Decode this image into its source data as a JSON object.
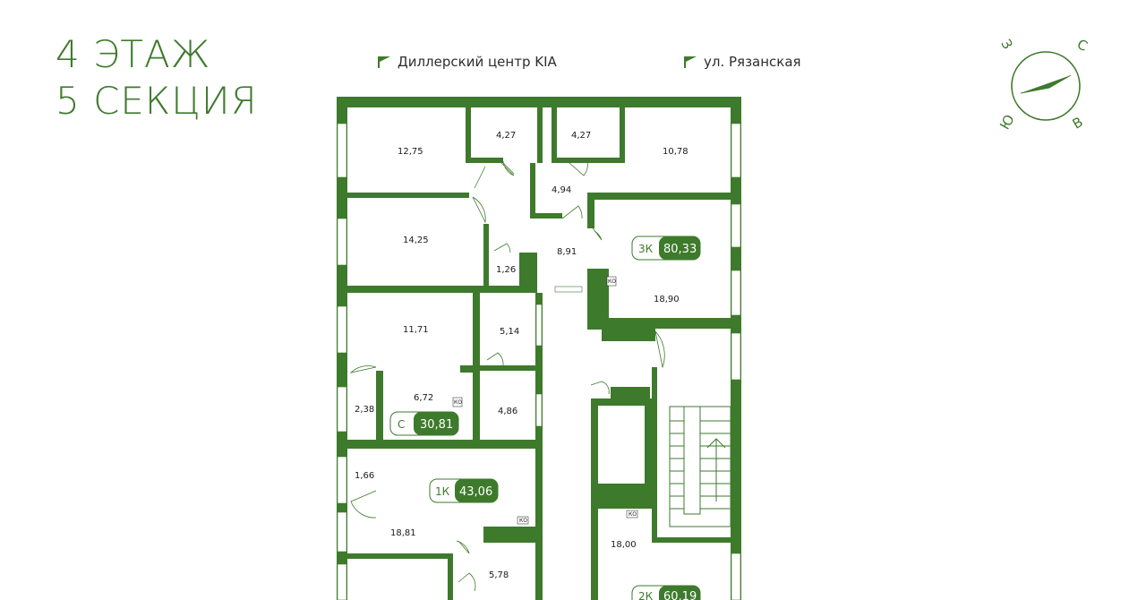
{
  "header": {
    "floor": "4 ЭТАЖ",
    "section": "5 СЕКЦИЯ"
  },
  "directions": [
    {
      "label": "Диллерский центр KIA",
      "icon": "flag-icon"
    },
    {
      "label": "ул. Рязанская",
      "icon": "flag-icon"
    }
  ],
  "compass": {
    "north": "С",
    "south": "Ю",
    "west": "З",
    "east": "В"
  },
  "rooms": {
    "r1": "12,75",
    "r2": "4,27",
    "r3": "4,27",
    "r4": "10,78",
    "r5": "14,25",
    "r6": "4,94",
    "r7": "8,91",
    "r8": "1,26",
    "r9": "18,90",
    "r10": "11,71",
    "r11": "5,14",
    "r12": "6,72",
    "r13": "2,38",
    "r14": "4,86",
    "r15": "1,66",
    "r16": "18,81",
    "r17": "5,78",
    "r18": "18,00"
  },
  "apartments": [
    {
      "type": "3К",
      "area": "80,33"
    },
    {
      "type": "С",
      "area": "30,81"
    },
    {
      "type": "1К",
      "area": "43,06"
    },
    {
      "type": "2К",
      "area": "60,19"
    }
  ],
  "ko_label": "КО",
  "colors": {
    "wall": "#3e7a2c",
    "accent": "#3e7a2c",
    "text": "#1a1a1a"
  }
}
